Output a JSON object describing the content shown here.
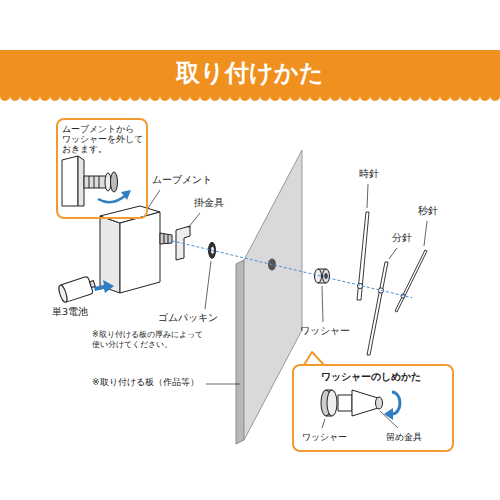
{
  "diagram": {
    "title": "取り付けかた",
    "nodes": [
      {
        "text": [
          "ムーブメントから ワッシャーを外して おきます。"
        ]
      },
      {
        "text": [
          "ワッシャーのしめかた",
          "ワッシャー",
          "留め金具"
        ]
      }
    ],
    "labels": [
      "ムーブメント",
      "掛金具",
      "時針",
      "分針",
      "秒針",
      "単3電池",
      "ゴムパッキン",
      "※取り付ける板の厚みによって 使い分けてください。",
      "ワッシャー",
      "※取り付ける板（作品等）"
    ]
  }
}
